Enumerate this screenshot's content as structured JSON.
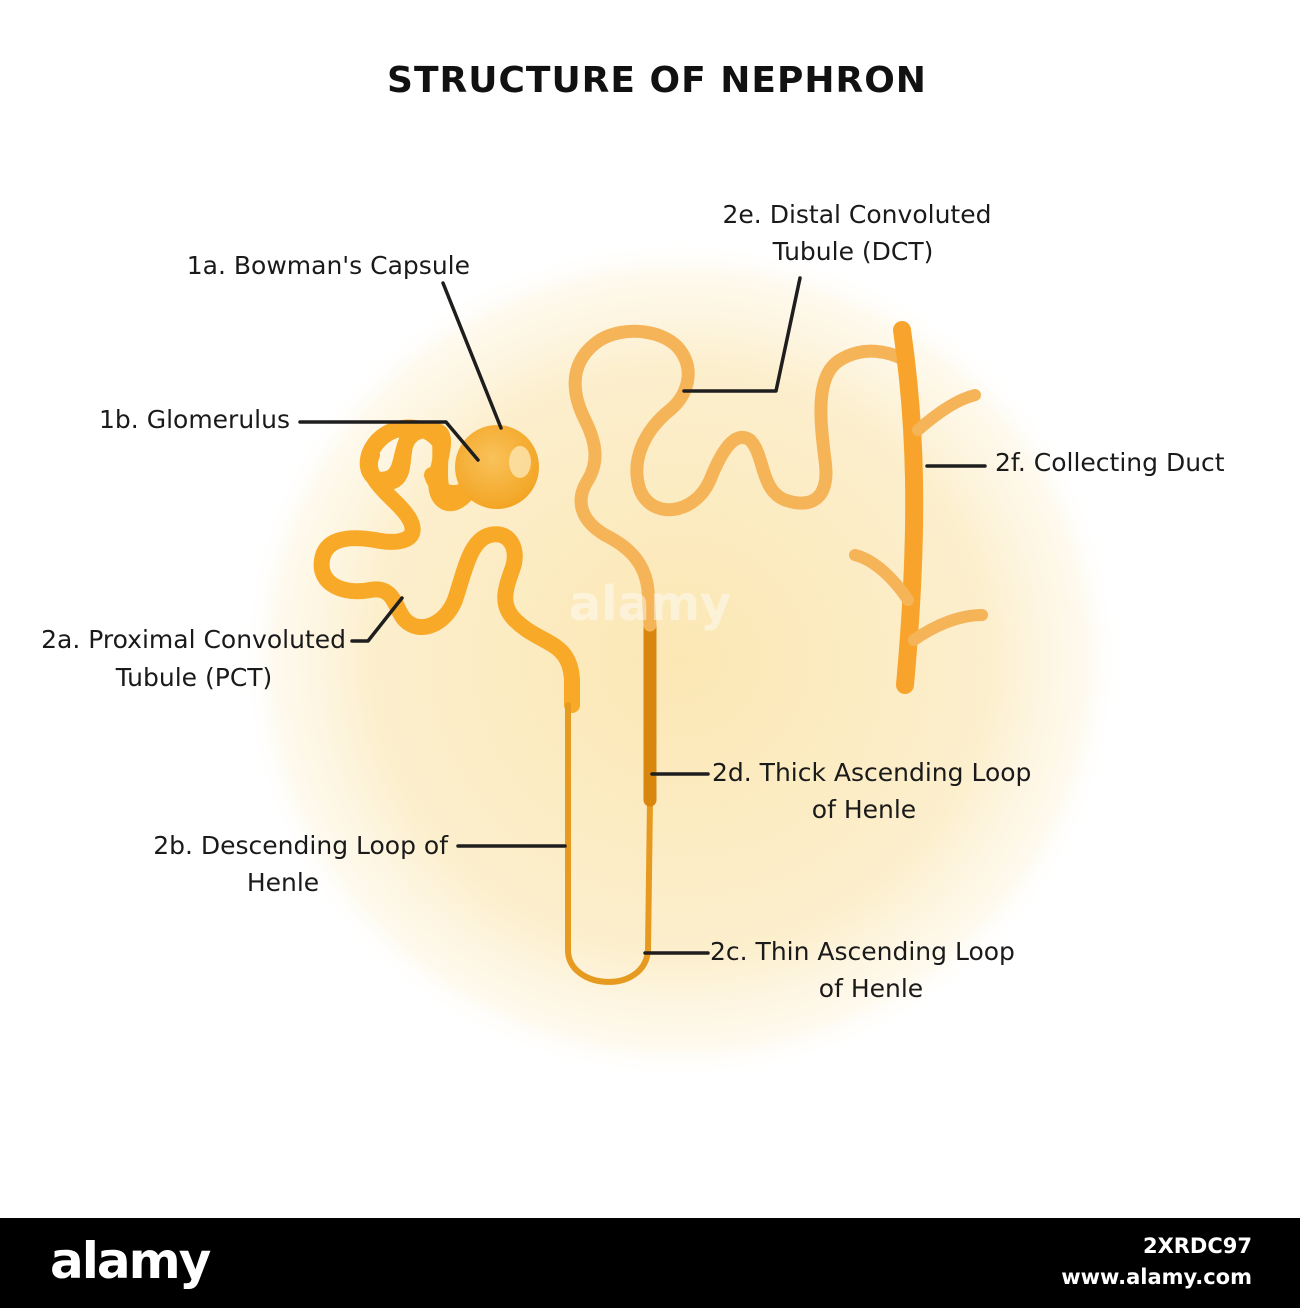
{
  "title": "STRUCTURE OF NEPHRON",
  "labels": {
    "bowmans_capsule": "1a. Bowman's Capsule",
    "glomerulus": "1b. Glomerulus",
    "pct_line1": "2a. Proximal Convoluted",
    "pct_line2": "Tubule (PCT)",
    "descending_line1": "2b. Descending Loop of",
    "descending_line2": "Henle",
    "thin_ascending_line1": "2c. Thin Ascending Loop",
    "thin_ascending_line2": "of Henle",
    "thick_ascending_line1": "2d. Thick Ascending Loop",
    "thick_ascending_line2": "of Henle",
    "dct_line1": "2e. Distal Convoluted",
    "dct_line2": "Tubule (DCT)",
    "collecting_duct": "2f. Collecting Duct"
  },
  "watermark": {
    "center_text": "alamy",
    "footer_logo": "alamy",
    "image_id": "2XRDC97",
    "url": "www.alamy.com"
  },
  "colors": {
    "pct": "#f8a928",
    "capsule": "#f6ae2e",
    "loop": "#e79a20",
    "thick_ascending": "#d9860f",
    "dct": "#f5b458",
    "collecting_duct": "#f8a42c",
    "background_glow": "#fcebbf"
  }
}
